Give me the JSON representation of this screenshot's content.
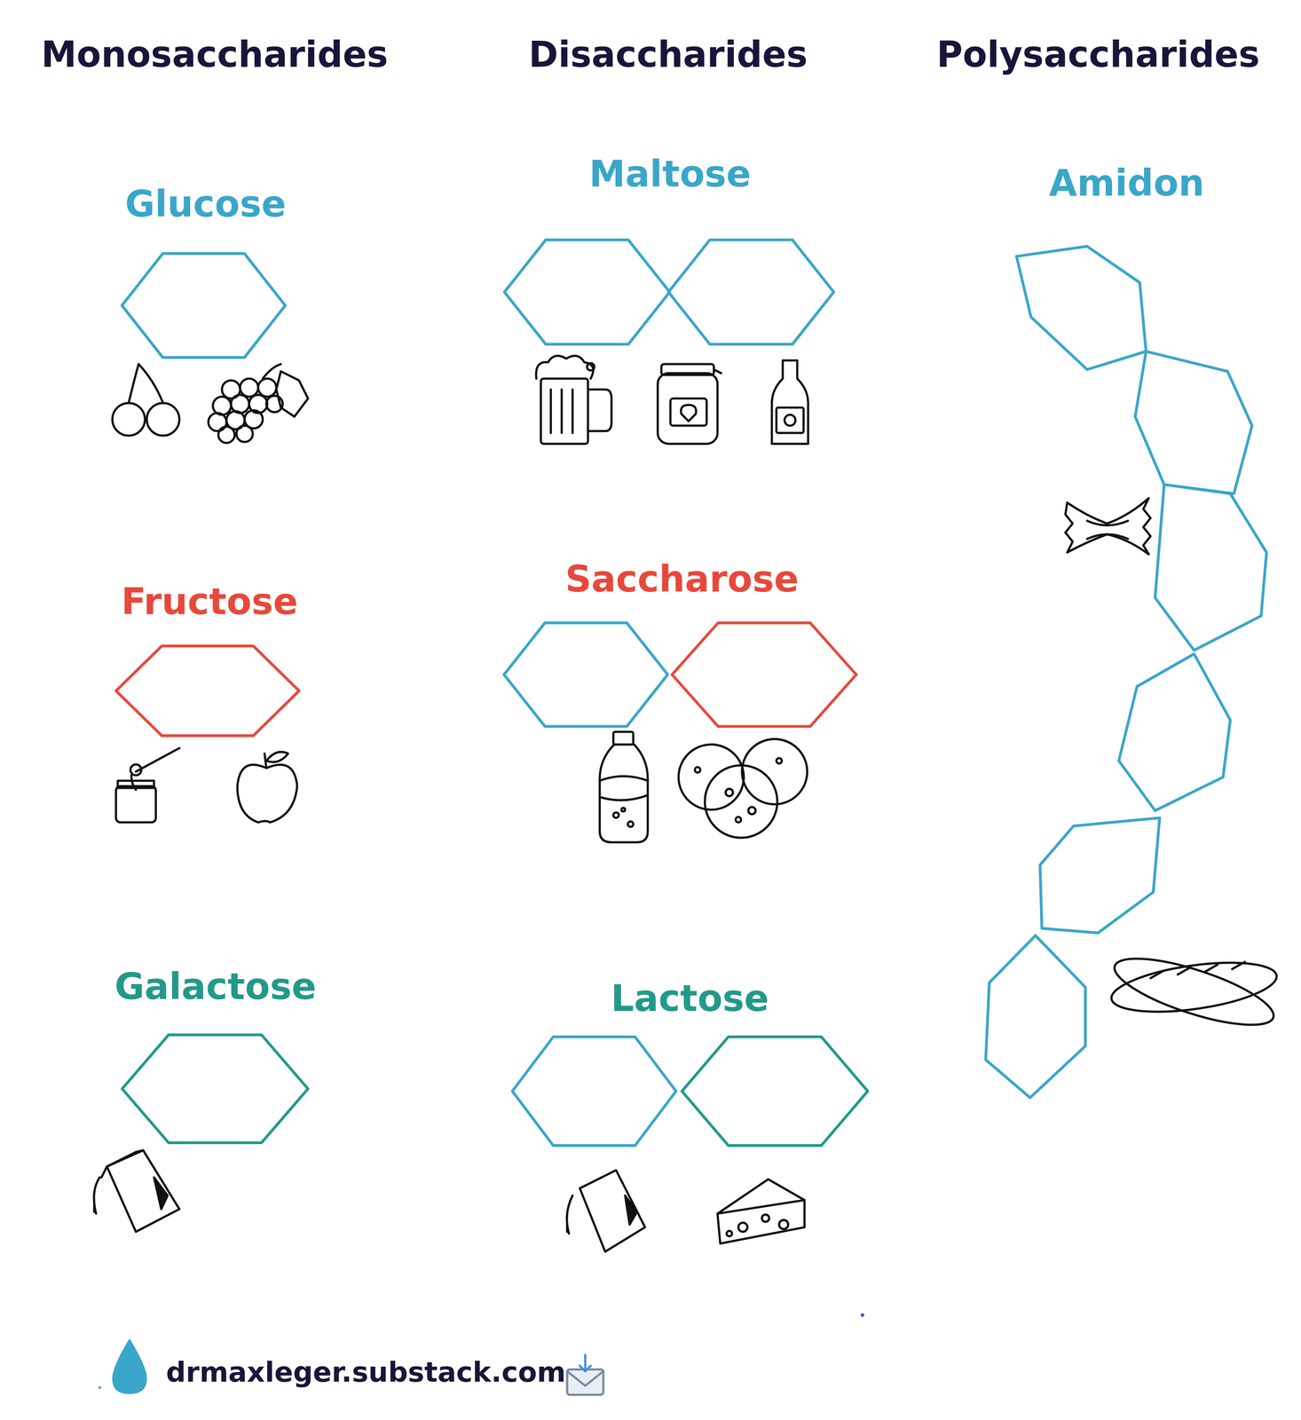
{
  "diagram": {
    "nodes": [
      {
        "text": [
          "Glucose"
        ]
      },
      {
        "text": [
          "Maltose"
        ]
      },
      {
        "text": [
          "Amidon"
        ]
      },
      {
        "text": [
          "Fructose"
        ]
      },
      {
        "text": [
          "Saccharose"
        ]
      },
      {
        "text": [
          "Galactose"
        ]
      },
      {
        "text": [
          "Lactose"
        ]
      }
    ],
    "labels": [
      "Monosaccharides",
      "Disaccharides",
      "Polysaccharides",
      "drmaxleger.substack.com"
    ]
  }
}
